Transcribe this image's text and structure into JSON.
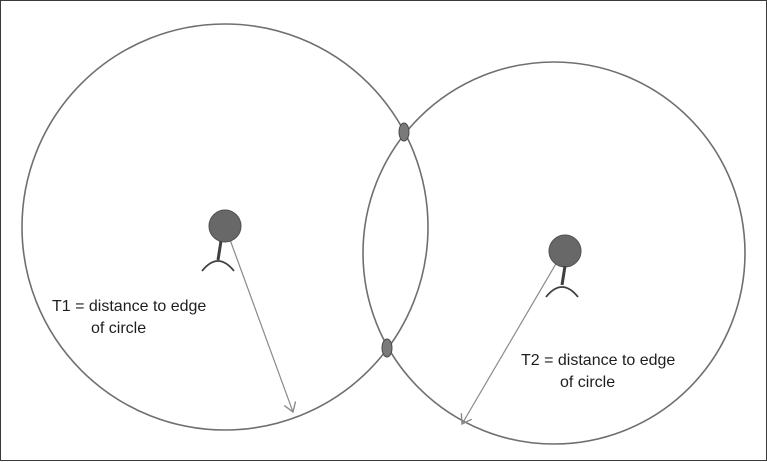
{
  "colors": {
    "circle_stroke": "#6f6f6f",
    "node_fill": "#686868",
    "intersection_fill": "#7a7a7a",
    "arrow_stroke": "#8a8a8a",
    "text": "#1e1e1e",
    "frame_border": "#3a3a3a"
  },
  "icons": {
    "node_1": "user-node-icon",
    "node_2": "user-node-icon",
    "intersection_1": "intersection-point-icon",
    "intersection_2": "intersection-point-icon"
  },
  "labels": {
    "t1": {
      "line1": "T1 = distance to edge",
      "line2": "of circle"
    },
    "t2": {
      "line1": "T2 = distance to edge",
      "line2": "of circle"
    }
  }
}
